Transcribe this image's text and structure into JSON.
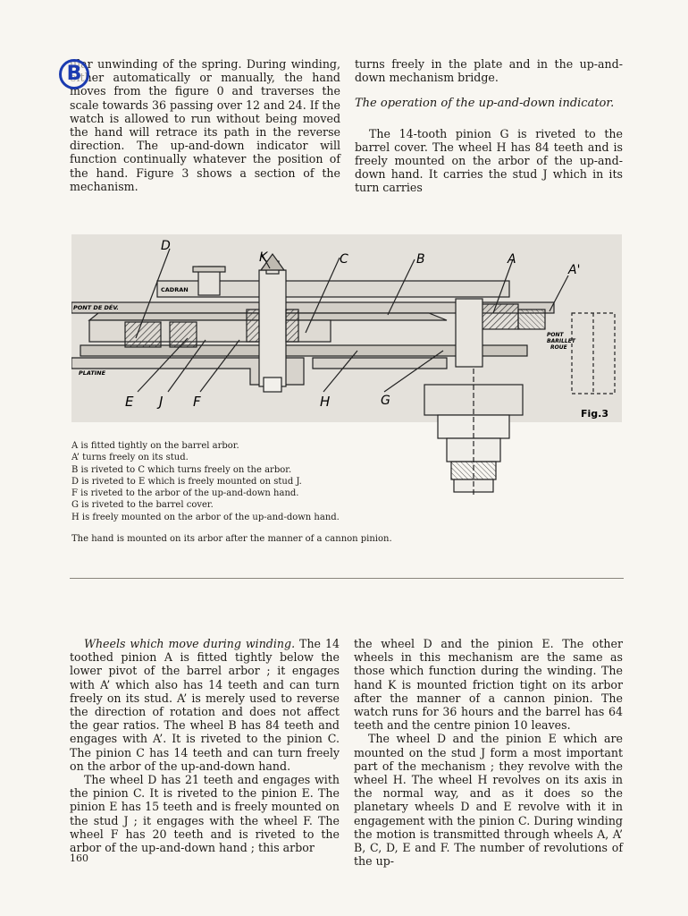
{
  "page": {
    "top_left": [
      "ular unwinding of the spring. During winding, either automatically or manually, the hand moves from the figure 0 and traverses the scale towards 36 passing over 12 and 24. If the watch is allowed to run without being moved the hand will retrace its path in the reverse direction. The up-and-down indicator will function continually whatever the position of the hand. Figure 3 shows a section of the mechanism."
    ],
    "top_right": {
      "p1": "turns freely in the plate and in the up-and-down mechanism bridge.",
      "heading": "The operation of the up-and-down indicator.",
      "p2": "The 14-tooth pinion G is riveted to the barrel cover. The wheel H has 84 teeth and is freely mounted on the arbor of the up-and-down hand. It carries the stud J which in its turn carries"
    },
    "figure": {
      "letters": {
        "D": "D",
        "K": "K",
        "C": "C",
        "B": "B",
        "A": "A",
        "A2": "A'",
        "E": "E",
        "J": "J",
        "F": "F",
        "H": "H",
        "G": "G"
      },
      "labels": {
        "cadran": "CADRAN",
        "pont": "PONT DE DÉV.",
        "platine": "PLATINE",
        "pont_barillet_1": "PONT",
        "pont_barillet_2": "BARILLET",
        "pont_barillet_3": "ROUE"
      },
      "fig_label": "Fig.3"
    },
    "legend": [
      "A  is fitted tightly on the barrel arbor.",
      "A’ turns freely on its stud.",
      "B  is riveted to C which turns freely on the arbor.",
      "D  is riveted to E which is freely mounted on stud J.",
      "F  is riveted to the arbor of the up-and-down hand.",
      "G  is riveted to the barrel cover.",
      "H  is freely mounted on the arbor of the up-and-down hand."
    ],
    "caption": "The hand is mounted on its arbor after the manner of a cannon pinion.",
    "bottom_left": {
      "p1_italic": "Wheels which move during winding.",
      "p1_rest": " The 14 toothed pinion A is fitted tightly below the lower pivot of the barrel arbor ; it engages with A’ which also has 14 teeth and can turn freely on its stud. A’ is merely used to reverse the direction of rotation and does not affect the gear ratios. The wheel B has 84 teeth and engages with A’. It is riveted to the pinion C. The pinion C has 14 teeth and can turn freely on the arbor of the up-and-down hand.",
      "p2": "The wheel D has 21 teeth and engages with the pinion C. It is riveted to the pinion E. The pinion E has 15 teeth and is freely mounted on the stud J ; it engages with the wheel F. The wheel F has 20 teeth and is riveted to the arbor of the up-and-down hand ; this arbor"
    },
    "bottom_right": {
      "p1": "the wheel D and the pinion E. The other wheels in this mechanism are the same as those which function during the winding. The hand K is mounted friction tight on its arbor after the manner of a cannon pinion. The watch runs for 36 hours and the barrel has 64 teeth and the centre pinion 10 leaves.",
      "p2": "The wheel D and the pinion E which are mounted on the stud J form a most important part of the mechanism ; they revolve with the wheel H. The wheel H revolves on its axis in the normal way, and as it does so the planetary wheels D and E revolve with it in engagement with the pinion C. During winding the motion is transmitted through wheels A, A’ B, C, D, E and F. The number of revolutions of the up-"
    },
    "page_number": "160",
    "stamp_letter": "B"
  }
}
